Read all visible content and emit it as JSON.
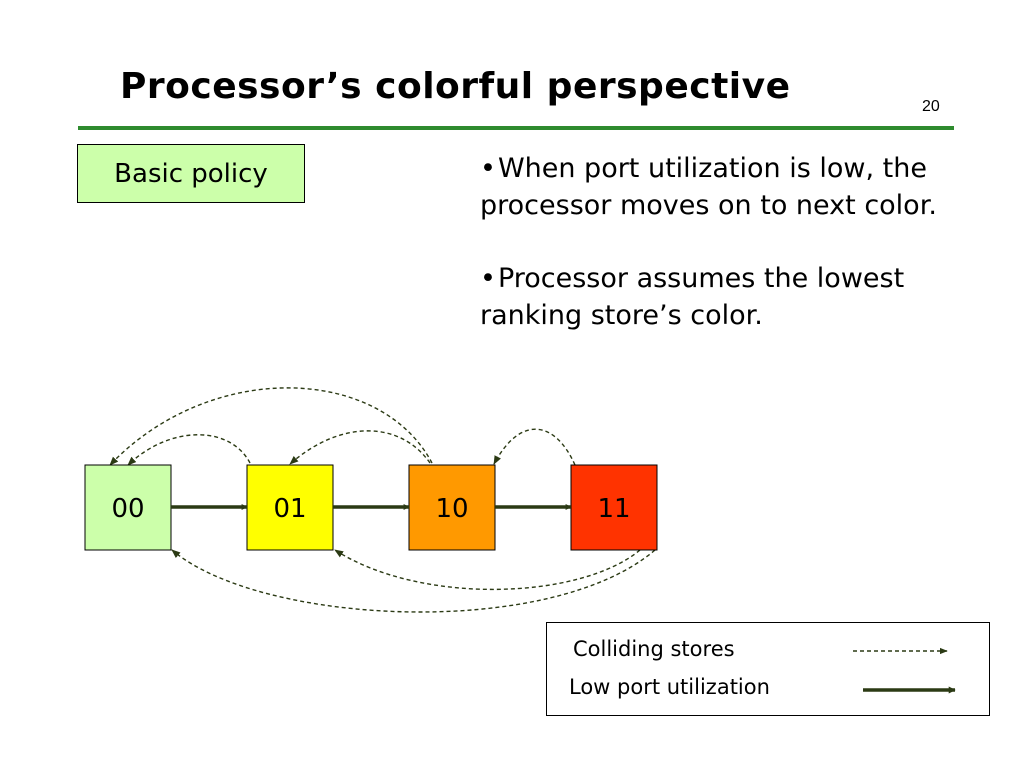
{
  "slide": {
    "title": "Processor’s colorful perspective",
    "number": "20"
  },
  "colors": {
    "title_rule": "#2e8b2e",
    "policy_box_fill": "#ccffaa",
    "arrow_dark": "#2b3a14",
    "state_00": "#ccffaa",
    "state_01": "#ffff00",
    "state_10": "#ff9900",
    "state_11": "#ff3300"
  },
  "policy_label": "Basic policy",
  "bullets": [
    "When port utilization is low, the processor moves on to next color.",
    "Processor assumes the lowest ranking store’s color."
  ],
  "states": [
    {
      "id": "00",
      "label": "00",
      "color": "#ccffaa"
    },
    {
      "id": "01",
      "label": "01",
      "color": "#ffff00"
    },
    {
      "id": "10",
      "label": "10",
      "color": "#ff9900"
    },
    {
      "id": "11",
      "label": "11",
      "color": "#ff3300"
    }
  ],
  "transitions": {
    "low_port_utilization": [
      {
        "from": "00",
        "to": "01"
      },
      {
        "from": "01",
        "to": "10"
      },
      {
        "from": "10",
        "to": "11"
      }
    ],
    "colliding_stores": [
      {
        "from": "10",
        "to": "00"
      },
      {
        "from": "10",
        "to": "01"
      },
      {
        "from": "11",
        "to": "10"
      },
      {
        "from": "11",
        "to": "01"
      },
      {
        "from": "11",
        "to": "00"
      }
    ]
  },
  "legend": {
    "colliding_label": "Colliding stores",
    "low_port_label": "Low port utilization"
  }
}
